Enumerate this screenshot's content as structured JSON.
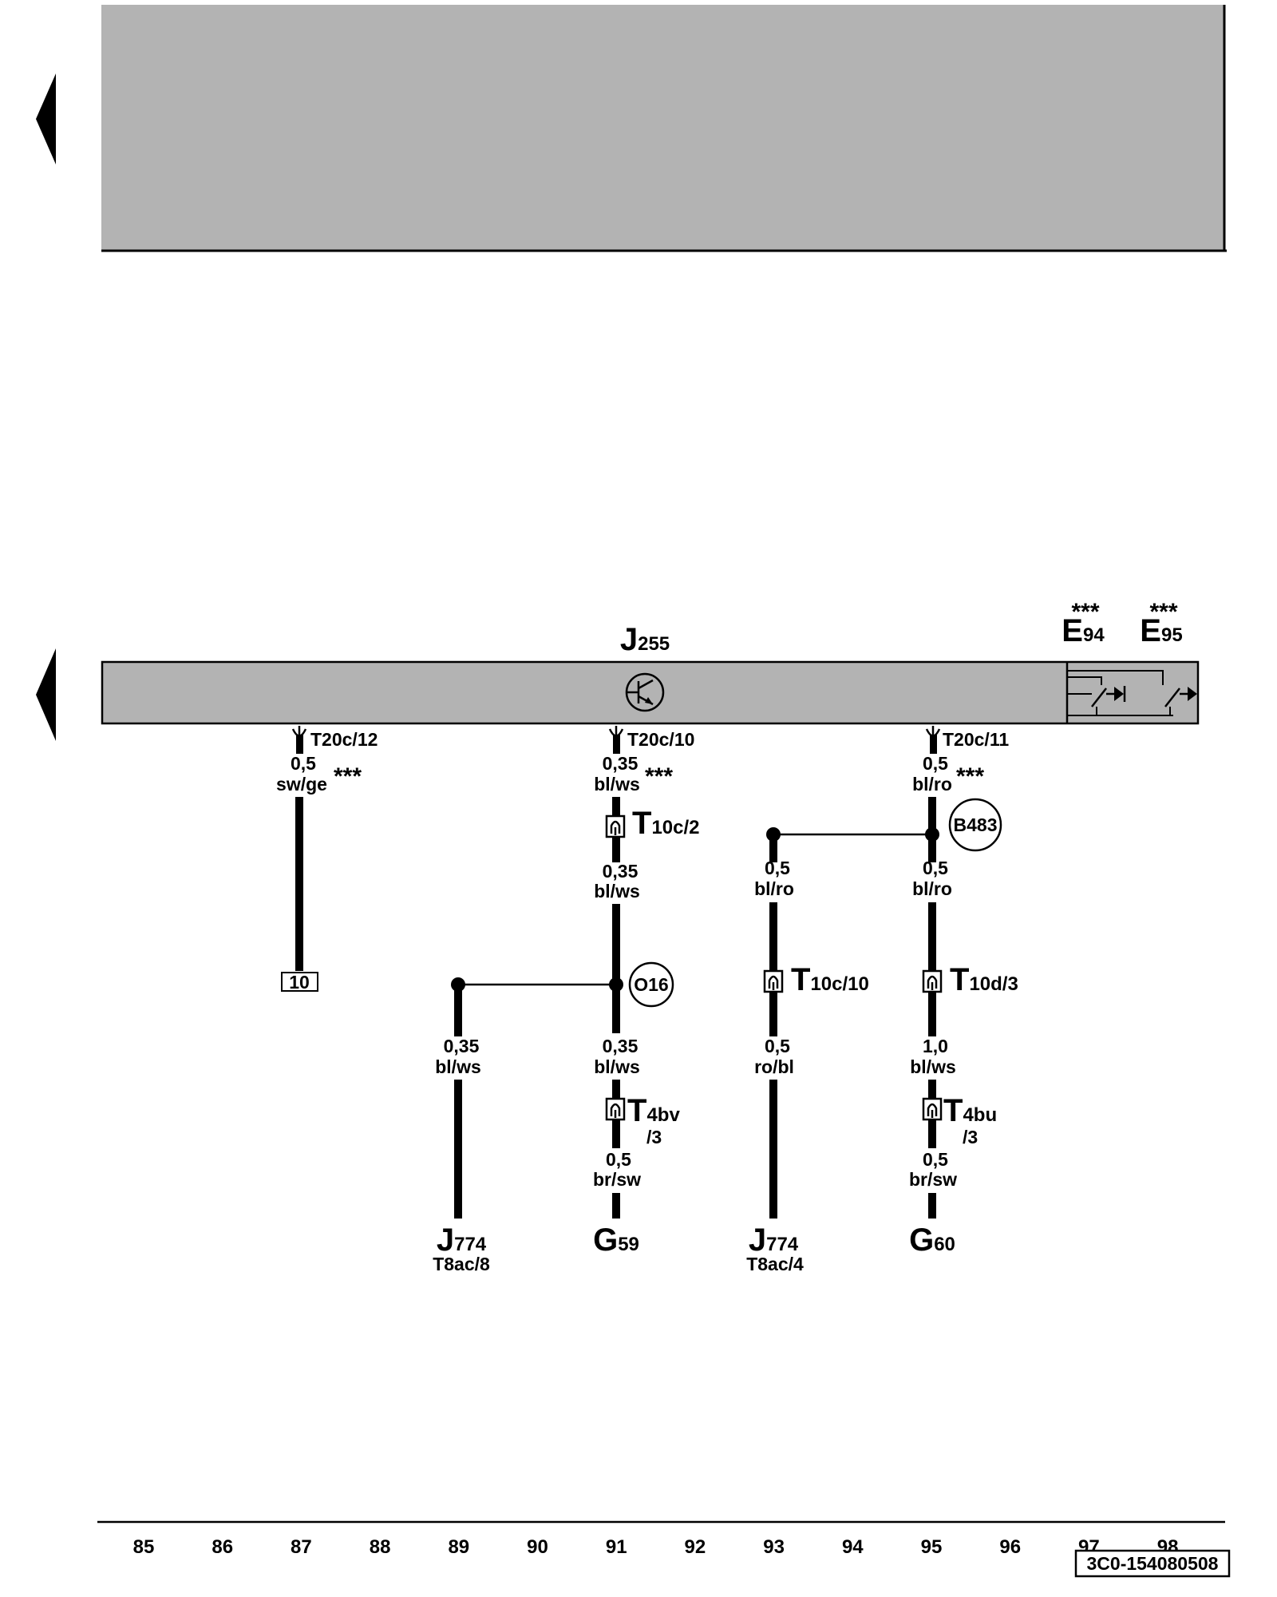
{
  "module": {
    "letter": "J",
    "number": "255"
  },
  "switches": [
    {
      "letter": "E",
      "number": "94",
      "mark": "***"
    },
    {
      "letter": "E",
      "number": "95",
      "mark": "***"
    }
  ],
  "pins": [
    {
      "label": "T20c/12",
      "size": "0,5",
      "color": "sw/ge",
      "mark": "***"
    },
    {
      "label": "T20c/10",
      "size": "0,35",
      "color": "bl/ws",
      "mark": "***"
    },
    {
      "label": "T20c/11",
      "size": "0,5",
      "color": "bl/ro",
      "mark": "***"
    }
  ],
  "reference_box": "10",
  "splices": [
    "O16",
    "B483"
  ],
  "connectors": [
    {
      "letter": "T",
      "suffix": "10c/2"
    },
    {
      "letter": "T",
      "suffix": "10c/10"
    },
    {
      "letter": "T",
      "suffix": "10d/3"
    },
    {
      "letter": "T",
      "suffix": "4bv",
      "suffix2": "/3"
    },
    {
      "letter": "T",
      "suffix": "4bu",
      "suffix2": "/3"
    }
  ],
  "wire_labels": [
    {
      "size": "0,35",
      "color": "bl/ws"
    },
    {
      "size": "0,5",
      "color": "bl/ro"
    },
    {
      "size": "0,5",
      "color": "bl/ro"
    },
    {
      "size": "0,35",
      "color": "bl/ws"
    },
    {
      "size": "0,35",
      "color": "bl/ws"
    },
    {
      "size": "0,5",
      "color": "ro/bl"
    },
    {
      "size": "1,0",
      "color": "bl/ws"
    },
    {
      "size": "0,5",
      "color": "br/sw"
    },
    {
      "size": "0,5",
      "color": "br/sw"
    }
  ],
  "terminals": [
    {
      "letter": "J",
      "number": "774",
      "pin": "T8ac/8"
    },
    {
      "letter": "G",
      "number": "59",
      "pin": ""
    },
    {
      "letter": "J",
      "number": "774",
      "pin": "T8ac/4"
    },
    {
      "letter": "G",
      "number": "60",
      "pin": ""
    }
  ],
  "grid_numbers": [
    "85",
    "86",
    "87",
    "88",
    "89",
    "90",
    "91",
    "92",
    "93",
    "94",
    "95",
    "96",
    "97",
    "98"
  ],
  "doc_id": "3C0-154080508",
  "colors": {
    "panel": "#b3b3b3",
    "line": "#000000"
  },
  "icons": [
    "left-arrow-icon",
    "transistor-icon",
    "switch-icon",
    "ground-pin-icon",
    "connector-icon",
    "splice-icon"
  ]
}
